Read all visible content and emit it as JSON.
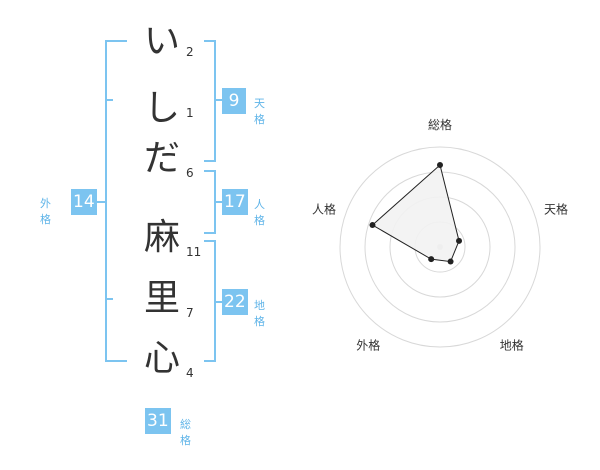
{
  "name": {
    "characters": [
      {
        "char": "い",
        "strokes": "2"
      },
      {
        "char": "し",
        "strokes": "1"
      },
      {
        "char": "だ",
        "strokes": "6"
      },
      {
        "char": "麻",
        "strokes": "11"
      },
      {
        "char": "里",
        "strokes": "7"
      },
      {
        "char": "心",
        "strokes": "4"
      }
    ]
  },
  "scores": {
    "tenkaku": {
      "value": "9",
      "label": "天格"
    },
    "jinkaku": {
      "value": "17",
      "label": "人格"
    },
    "chikaku": {
      "value": "22",
      "label": "地格"
    },
    "gaikaku": {
      "value": "14",
      "label": "外格"
    },
    "soukaku": {
      "value": "31",
      "label": "総格"
    }
  },
  "colors": {
    "accent": "#7cc4f0",
    "accent_text": "#5fb4e8",
    "radar_fill": "#f2f2f2",
    "radar_ring": "#d8d8d8"
  },
  "chart_data": {
    "type": "radar",
    "axes": [
      "総格",
      "天格",
      "地格",
      "外格",
      "人格"
    ],
    "values": [
      0.82,
      0.2,
      0.18,
      0.15,
      0.71
    ],
    "range": [
      0,
      1
    ],
    "rings": 4
  }
}
